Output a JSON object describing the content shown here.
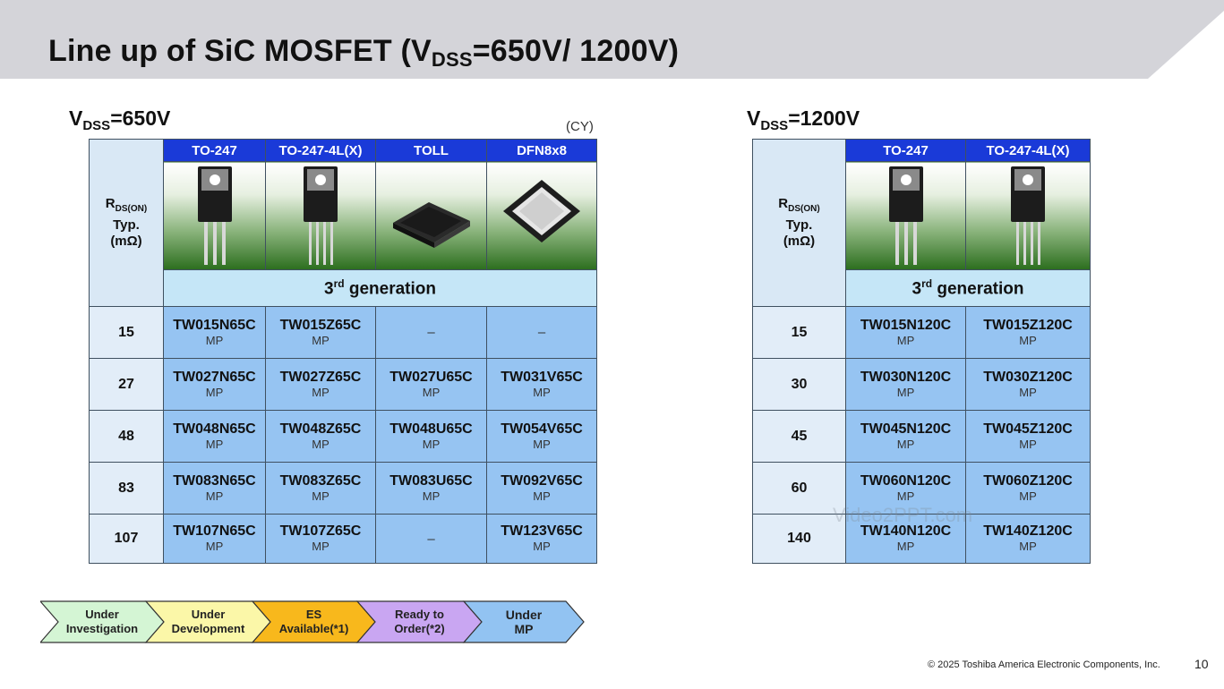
{
  "header": {
    "title_main": "Line up of SiC MOSFET (V",
    "title_sub": "DSS",
    "title_tail": "=650V/ 1200V)"
  },
  "left": {
    "v_prefix": "V",
    "v_sub": "DSS",
    "v_tail": "=650V",
    "cy": "(CY)",
    "packages": [
      "TO-247",
      "TO-247-4L(X)",
      "TOLL",
      "DFN8x8"
    ],
    "rds_r": "R",
    "rds_sub": "DS(ON)",
    "rds_typ": "Typ.",
    "rds_unit": "(mΩ)",
    "gen_num": "3",
    "gen_sup": "rd",
    "gen_text": " generation",
    "rows": [
      {
        "value": "15",
        "cells": [
          {
            "pn": "TW015N65C",
            "st": "MP"
          },
          {
            "pn": "TW015Z65C",
            "st": "MP"
          },
          {
            "dash": "–"
          },
          {
            "dash": "–"
          }
        ]
      },
      {
        "value": "27",
        "cells": [
          {
            "pn": "TW027N65C",
            "st": "MP"
          },
          {
            "pn": "TW027Z65C",
            "st": "MP"
          },
          {
            "pn": "TW027U65C",
            "st": "MP"
          },
          {
            "pn": "TW031V65C",
            "st": "MP"
          }
        ]
      },
      {
        "value": "48",
        "cells": [
          {
            "pn": "TW048N65C",
            "st": "MP"
          },
          {
            "pn": "TW048Z65C",
            "st": "MP"
          },
          {
            "pn": "TW048U65C",
            "st": "MP"
          },
          {
            "pn": "TW054V65C",
            "st": "MP"
          }
        ]
      },
      {
        "value": "83",
        "cells": [
          {
            "pn": "TW083N65C",
            "st": "MP"
          },
          {
            "pn": "TW083Z65C",
            "st": "MP"
          },
          {
            "pn": "TW083U65C",
            "st": "MP"
          },
          {
            "pn": "TW092V65C",
            "st": "MP"
          }
        ]
      },
      {
        "value": "107",
        "cells": [
          {
            "pn": "TW107N65C",
            "st": "MP"
          },
          {
            "pn": "TW107Z65C",
            "st": "MP"
          },
          {
            "dash": "–"
          },
          {
            "pn": "TW123V65C",
            "st": "MP"
          }
        ]
      }
    ]
  },
  "right": {
    "v_prefix": "V",
    "v_sub": "DSS",
    "v_tail": "=1200V",
    "packages": [
      "TO-247",
      "TO-247-4L(X)"
    ],
    "rds_r": "R",
    "rds_sub": "DS(ON)",
    "rds_typ": "Typ.",
    "rds_unit": "(mΩ)",
    "gen_num": "3",
    "gen_sup": "rd",
    "gen_text": " generation",
    "rows": [
      {
        "value": "15",
        "cells": [
          {
            "pn": "TW015N120C",
            "st": "MP"
          },
          {
            "pn": "TW015Z120C",
            "st": "MP"
          }
        ]
      },
      {
        "value": "30",
        "cells": [
          {
            "pn": "TW030N120C",
            "st": "MP"
          },
          {
            "pn": "TW030Z120C",
            "st": "MP"
          }
        ]
      },
      {
        "value": "45",
        "cells": [
          {
            "pn": "TW045N120C",
            "st": "MP"
          },
          {
            "pn": "TW045Z120C",
            "st": "MP"
          }
        ]
      },
      {
        "value": "60",
        "cells": [
          {
            "pn": "TW060N120C",
            "st": "MP"
          },
          {
            "pn": "TW060Z120C",
            "st": "MP"
          }
        ]
      },
      {
        "value": "140",
        "cells": [
          {
            "pn": "TW140N120C",
            "st": "MP"
          },
          {
            "pn": "TW140Z120C",
            "st": "MP"
          }
        ]
      }
    ]
  },
  "legend": {
    "items": [
      {
        "line1": "Under",
        "line2": "Investigation",
        "color": "#d4f5d4"
      },
      {
        "line1": "Under",
        "line2": "Development",
        "color": "#fbf7a8"
      },
      {
        "line1": "ES",
        "line2": "Available(*1)",
        "color": "#f8b81c"
      },
      {
        "line1": "Ready to",
        "line2": "Order(*2)",
        "color": "#c9a6f2"
      },
      {
        "line1": "Under",
        "line2": "MP",
        "color": "#92c3f2"
      }
    ]
  },
  "footer": {
    "copyright": "© 2025 Toshiba America Electronic Components, Inc.",
    "page_number": "10"
  },
  "watermark": "Video2PPT.com"
}
